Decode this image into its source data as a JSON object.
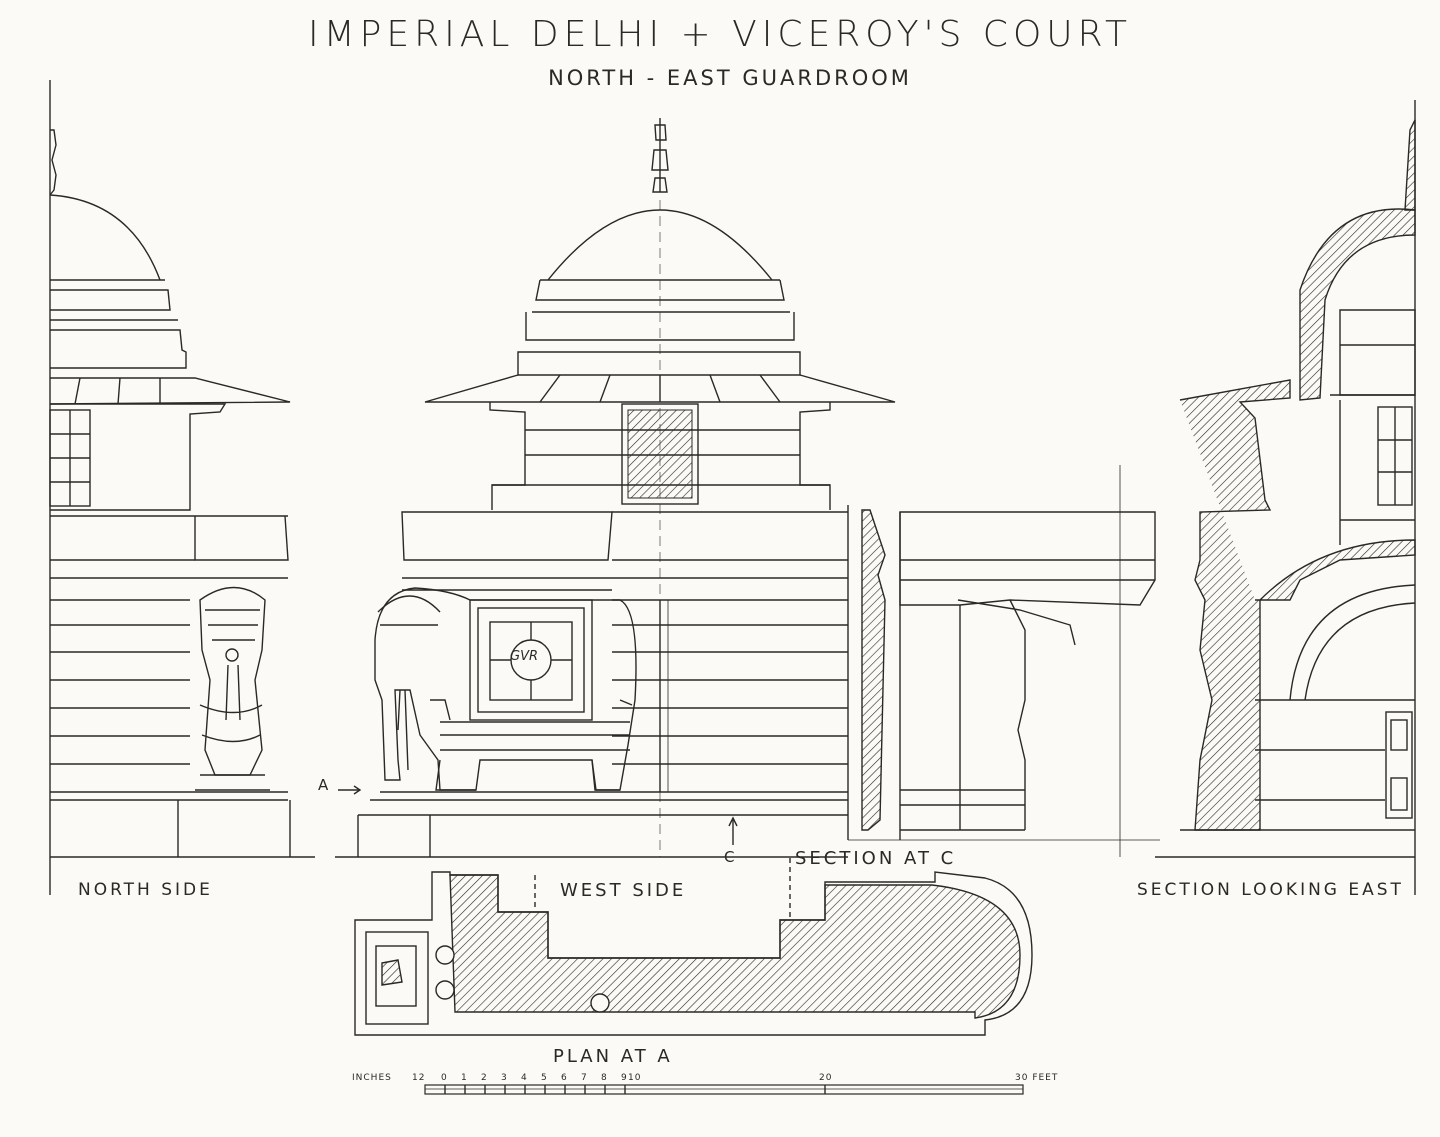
{
  "title": "IMPERIAL DELHI + VICEROY'S COURT",
  "subtitle": "NORTH - EAST  GUARDROOM",
  "views": {
    "north": "NORTH  SIDE",
    "west": "WEST  SIDE",
    "section_c": "SECTION  AT  C",
    "section_east": "SECTION  LOOKING  EAST",
    "plan": "PLAN  AT  A"
  },
  "markers": {
    "a": "A",
    "c": "C"
  },
  "monogram": "GVR",
  "scale_bar": {
    "inches_label": "INCHES",
    "ticks": [
      "12",
      "0",
      "1",
      "2",
      "3",
      "4",
      "5",
      "6",
      "7",
      "8",
      "9",
      "10"
    ],
    "mid": "20",
    "end": "30 FEET"
  },
  "colors": {
    "ink": "#2b2926",
    "paper": "#fbfaf6"
  }
}
